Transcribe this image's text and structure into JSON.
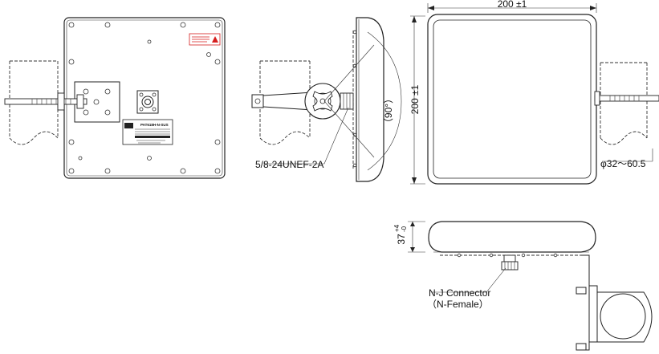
{
  "dimensions": {
    "width": "200 ±1",
    "height": "200 ±1",
    "angle": "（90°）",
    "thread": "5/8-24UNEF-2A",
    "pole_diameter": "φ32～60.5",
    "depth_main": "37",
    "depth_tol_upper": "+4",
    "depth_tol_lower": "-0"
  },
  "callouts": {
    "connector_line1": "N-J Connector",
    "connector_line2": "（N-Female）"
  },
  "label_plate": {
    "model": "PAT618H-N-SUS",
    "warning_icon": "warning-triangle-icon"
  },
  "colors": {
    "line": "#222222",
    "background": "#ffffff",
    "warning_red": "#d61e1e"
  }
}
